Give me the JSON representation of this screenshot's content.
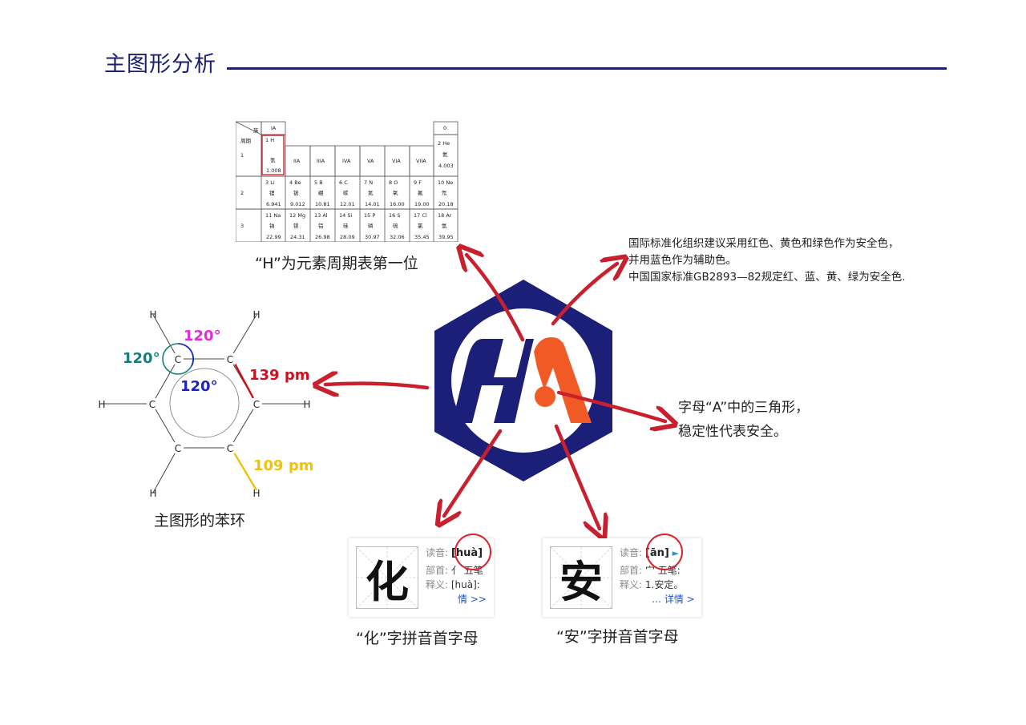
{
  "header": {
    "title": "主图形分析"
  },
  "periodic_table": {
    "caption": "“H”为元素周期表第一位",
    "corner_group": "族",
    "corner_period": "周期",
    "group_ia": "IA",
    "group_0": "0",
    "groups": [
      "IIA",
      "IIIA",
      "IVA",
      "VA",
      "VIA",
      "VIIA"
    ],
    "periods": [
      "1",
      "2",
      "3"
    ],
    "h": {
      "num": "1  H",
      "name": "氢",
      "mass": "1.008"
    },
    "he": {
      "num": "2   He",
      "name": "氦",
      "mass": "4.003"
    },
    "row2": [
      {
        "num": "3  Li",
        "name": "锂",
        "mass": "6.941"
      },
      {
        "num": "4  Be",
        "name": "铍",
        "mass": "9.012"
      },
      {
        "num": "5  B",
        "name": "硼",
        "mass": "10.81"
      },
      {
        "num": "6  C",
        "name": "碳",
        "mass": "12.01"
      },
      {
        "num": "7  N",
        "name": "氮",
        "mass": "14.01"
      },
      {
        "num": "8  O",
        "name": "氧",
        "mass": "16.00"
      },
      {
        "num": "9  F",
        "name": "氟",
        "mass": "19.00"
      },
      {
        "num": "10  Ne",
        "name": "氖",
        "mass": "20.18"
      }
    ],
    "row3": [
      {
        "num": "11  Na",
        "name": "钠",
        "mass": "22.99"
      },
      {
        "num": "12 Mg",
        "name": "镁",
        "mass": "24.31"
      },
      {
        "num": "13  Al",
        "name": "铝",
        "mass": "26.98"
      },
      {
        "num": "14  Si",
        "name": "硅",
        "mass": "28.09"
      },
      {
        "num": "15  P",
        "name": "磷",
        "mass": "30.97"
      },
      {
        "num": "16  S",
        "name": "硫",
        "mass": "32.06"
      },
      {
        "num": "17  Cl",
        "name": "氯",
        "mass": "35.45"
      },
      {
        "num": "18  Ar",
        "name": "氩",
        "mass": "39.95"
      }
    ]
  },
  "safety_note": {
    "lines": [
      "国际标准化组织建议采用红色、黄色和绿色作为安全色，",
      "并用蓝色作为辅助色。",
      "中国国家标准GB2893—82规定红、蓝、黄、绿为安全色."
    ]
  },
  "benzene": {
    "caption": "主图形的苯环",
    "carbon": "C",
    "hydrogen": "H",
    "angle_top": "120°",
    "angle_left": "120°",
    "angle_inner": "120°",
    "bond_cc": "139 pm",
    "bond_ch": "109 pm",
    "colors": {
      "magenta": "#e62ad6",
      "teal": "#137f7a",
      "blue": "#1b22c8",
      "red": "#d0101e",
      "yellow": "#f2c10c"
    }
  },
  "triangle_note": {
    "lines": [
      "字母“A”中的三角形，",
      "稳定性代表安全。"
    ]
  },
  "logo": {
    "colors": {
      "navy": "#1c1f78",
      "orange": "#f15a24",
      "white": "#ffffff"
    }
  },
  "hua_card": {
    "char": "化",
    "pron_label": "读音:",
    "pron": "[huà]",
    "radical_label": "部首:",
    "radical": "亻  五笔",
    "meaning_label": "释义:",
    "meaning": "[huà]:",
    "more": "情 >>",
    "caption": "“化”字拼音首字母"
  },
  "an_card": {
    "char": "安",
    "pron_label": "读音:",
    "pron": "[ān]",
    "radical_label": "部首:",
    "radical": "宀  五笔:",
    "meaning_label": "释义:",
    "meaning": "1.安定。",
    "more": "… 详情 >",
    "caption": "“安”字拼音首字母"
  },
  "arrow_color": "#c8202e"
}
